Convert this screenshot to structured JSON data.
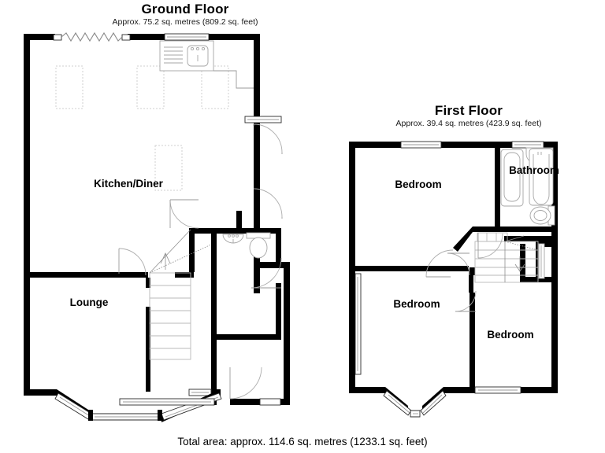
{
  "document": {
    "type": "floor-plan",
    "total_area_text": "Total area: approx. 114.6 sq. metres (1233.1 sq. feet)"
  },
  "floors": [
    {
      "id": "ground",
      "title": "Ground Floor",
      "subtitle": "Approx. 75.2 sq. metres (809.2 sq. feet)",
      "rooms": [
        {
          "name": "Kitchen/Diner",
          "label": "Kitchen/Diner"
        },
        {
          "name": "Lounge",
          "label": "Lounge"
        }
      ]
    },
    {
      "id": "first",
      "title": "First Floor",
      "subtitle": "Approx. 39.4 sq. metres (423.9 sq. feet)",
      "rooms": [
        {
          "name": "Bedroom 1",
          "label": "Bedroom"
        },
        {
          "name": "Bathroom",
          "label": "Bathroom"
        },
        {
          "name": "Bedroom 2",
          "label": "Bedroom"
        },
        {
          "name": "Bedroom 3",
          "label": "Bedroom"
        }
      ]
    }
  ],
  "colors": {
    "wall": "#000000",
    "background": "#ffffff",
    "fixture_stroke": "#a6a6a6",
    "door_swing": "#adadad",
    "text": "#000000"
  }
}
